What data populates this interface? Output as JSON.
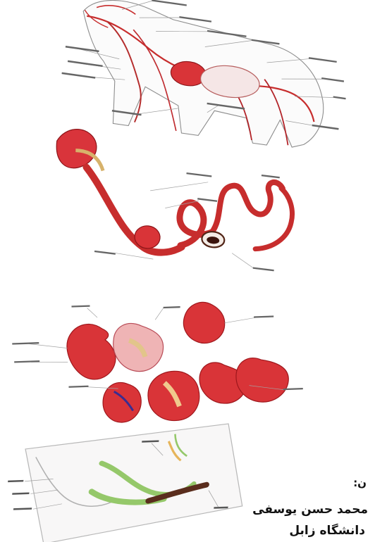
{
  "captions": {
    "intro": "ن:",
    "author": "محمد حسن یوسفی",
    "affiliation": "دانشگاه زابل"
  },
  "colors": {
    "artery": "#c72d2d",
    "artery_dark": "#8c1418",
    "organ": "#d93438",
    "organ_dark": "#9e171c",
    "line": "#8d8d8d",
    "green": "#95c86a",
    "brown": "#5a2d1d",
    "paper": "#f8f7f7"
  },
  "icons": {
    "horse": "horse-circulation-diagram",
    "digestive": "digestive-tract-diagram",
    "kidney": "kidney-anatomy-diagram",
    "avian": "avian-digestive-plate"
  }
}
